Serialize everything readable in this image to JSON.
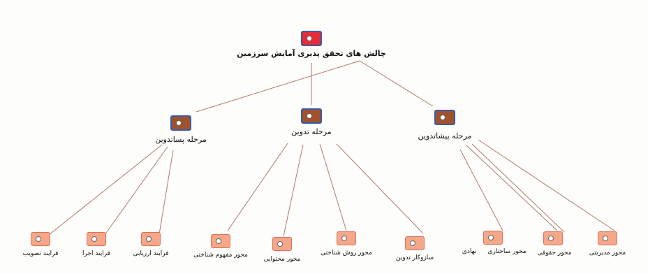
{
  "diagram": {
    "root": {
      "label": "چالش های تحقق پذیری آمایش سرزمین"
    },
    "phases": [
      {
        "label": "مرحله پساتدوین",
        "children": [
          "فرایند تصویب",
          "فرایند اجرا",
          "فرایند ارزیابی"
        ]
      },
      {
        "label": "مرحله تدوین",
        "children": [
          "محور مفهوم شناختی",
          "محور محتوایی",
          "محور روش شناختی",
          "سازوکار تدوین"
        ]
      },
      {
        "label": "مرحله پیشاتدوین",
        "children": [
          "نهادی",
          "محور ساختاری",
          "محور حقوقی",
          "محور مدیریتی"
        ]
      }
    ]
  }
}
